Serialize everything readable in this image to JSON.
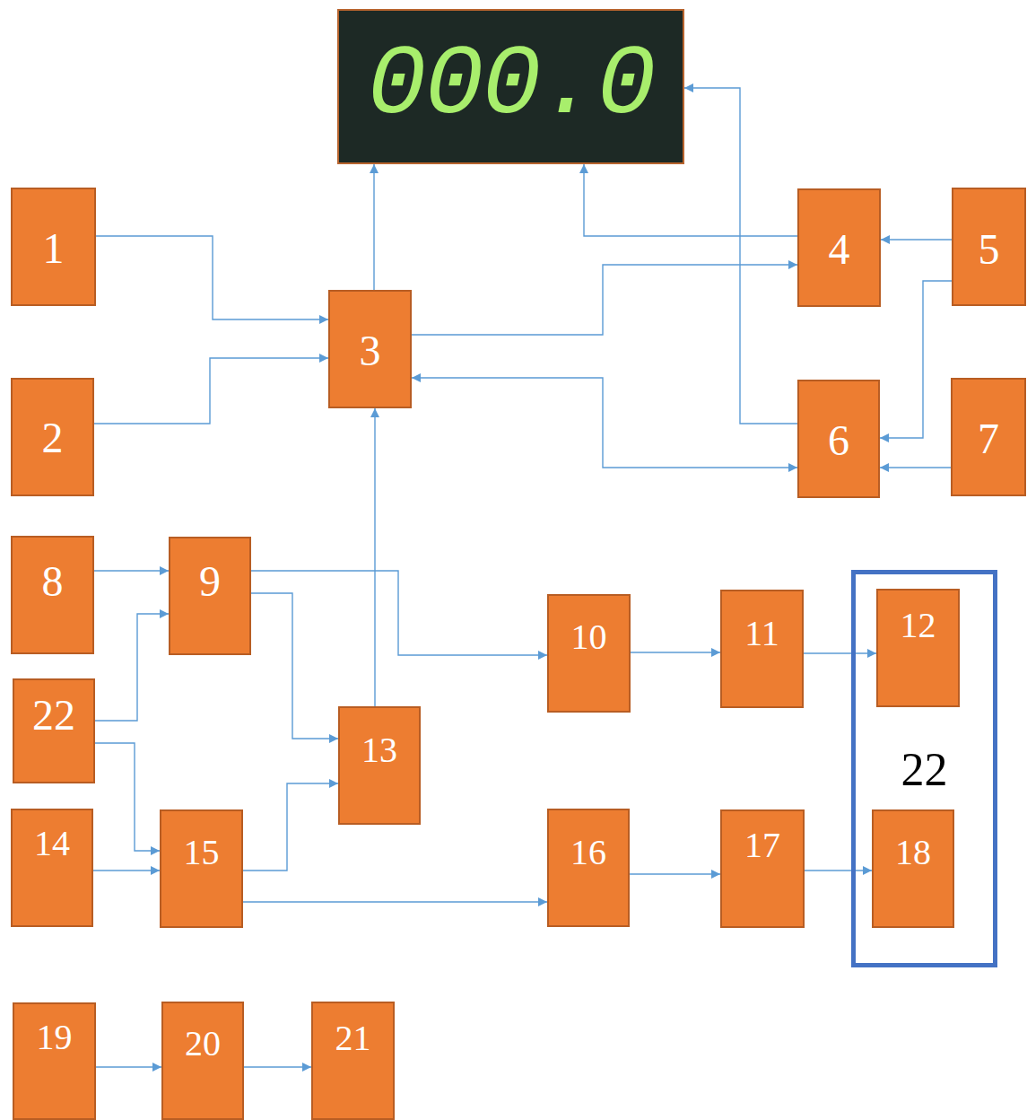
{
  "diagram": {
    "nodes": [
      {
        "text": [
          "000.0"
        ]
      },
      {
        "text": [
          "1"
        ]
      },
      {
        "text": [
          "3"
        ]
      },
      {
        "text": [
          "4"
        ]
      },
      {
        "text": [
          "5"
        ]
      },
      {
        "text": [
          "2"
        ]
      },
      {
        "text": [
          "6"
        ]
      },
      {
        "text": [
          "7"
        ]
      },
      {
        "text": [
          "8"
        ]
      },
      {
        "text": [
          "9"
        ]
      },
      {
        "text": [
          "10"
        ]
      },
      {
        "text": [
          "11"
        ]
      },
      {
        "text": [
          "22"
        ]
      },
      {
        "text": [
          "12"
        ],
        "in": 12
      },
      {
        "text": [
          "22"
        ]
      },
      {
        "text": [
          "13"
        ]
      },
      {
        "text": [
          "14"
        ]
      },
      {
        "text": [
          "15"
        ]
      },
      {
        "text": [
          "16"
        ]
      },
      {
        "text": [
          "17"
        ]
      },
      {
        "text": [
          "18"
        ],
        "in": 12
      },
      {
        "text": [
          "19"
        ]
      },
      {
        "text": [
          "20"
        ]
      },
      {
        "text": [
          "21"
        ]
      }
    ],
    "edges": [
      {
        "from": 1,
        "to": 2,
        "arrow": "to"
      },
      {
        "from": 5,
        "to": 2,
        "arrow": "to"
      },
      {
        "from": 2,
        "to": 0,
        "arrow": "to"
      },
      {
        "from": 2,
        "to": 3,
        "arrow": "to"
      },
      {
        "from": 3,
        "to": 0,
        "arrow": "to"
      },
      {
        "from": 4,
        "to": 3,
        "arrow": "to"
      },
      {
        "from": 4,
        "to": 6,
        "arrow": "to"
      },
      {
        "from": 7,
        "to": 6,
        "arrow": "to"
      },
      {
        "from": 6,
        "to": 0,
        "arrow": "to"
      },
      {
        "from": 2,
        "to": 6,
        "arrow": "both"
      },
      {
        "from": 8,
        "to": 9,
        "arrow": "to"
      },
      {
        "from": 14,
        "to": 9,
        "arrow": "to"
      },
      {
        "from": 9,
        "to": 10,
        "arrow": "to"
      },
      {
        "from": 9,
        "to": 15,
        "arrow": "to"
      },
      {
        "from": 15,
        "to": 2,
        "arrow": "to"
      },
      {
        "from": 10,
        "to": 11,
        "arrow": "to"
      },
      {
        "from": 11,
        "to": 13,
        "arrow": "to"
      },
      {
        "from": 14,
        "to": 17,
        "arrow": "to"
      },
      {
        "from": 16,
        "to": 17,
        "arrow": "to"
      },
      {
        "from": 17,
        "to": 15,
        "arrow": "to"
      },
      {
        "from": 17,
        "to": 18,
        "arrow": "to"
      },
      {
        "from": 18,
        "to": 19,
        "arrow": "to"
      },
      {
        "from": 19,
        "to": 20,
        "arrow": "to"
      },
      {
        "from": 21,
        "to": 22,
        "arrow": "to"
      },
      {
        "from": 22,
        "to": 23,
        "arrow": "to"
      }
    ]
  }
}
